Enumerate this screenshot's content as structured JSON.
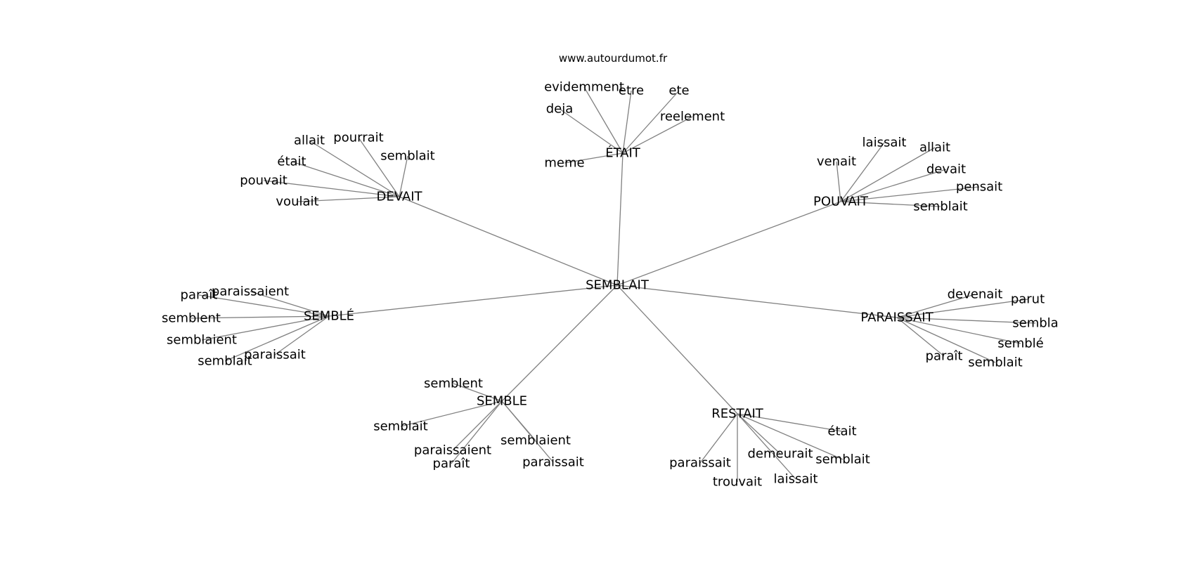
{
  "watermark": "www.autourdumot.fr",
  "graph": {
    "center": "SEMBLAIT",
    "clusters": [
      {
        "hub": "ÉTAIT",
        "leaves": [
          "evidemment",
          "etre",
          "ete",
          "deja",
          "reelement",
          "meme"
        ]
      },
      {
        "hub": "DEVAIT",
        "leaves": [
          "allait",
          "pourrait",
          "semblait",
          "était",
          "pouvait",
          "voulait"
        ]
      },
      {
        "hub": "POUVAIT",
        "leaves": [
          "laissait",
          "allait",
          "venait",
          "devait",
          "pensait",
          "semblait"
        ]
      },
      {
        "hub": "SEMBLÉ",
        "leaves": [
          "paraissaient",
          "paraît",
          "semblent",
          "semblaient",
          "paraissait",
          "semblait"
        ]
      },
      {
        "hub": "PARAISSAIT",
        "leaves": [
          "devenait",
          "parut",
          "sembla",
          "semblé",
          "paraît",
          "semblait"
        ]
      },
      {
        "hub": "SEMBLE",
        "leaves": [
          "semblent",
          "semblait",
          "paraissaient",
          "paraissait",
          "semblaient",
          "paraît"
        ]
      },
      {
        "hub": "RESTAIT",
        "leaves": [
          "était",
          "demeurait",
          "semblait",
          "paraissait",
          "trouvait",
          "laissait"
        ]
      }
    ]
  }
}
